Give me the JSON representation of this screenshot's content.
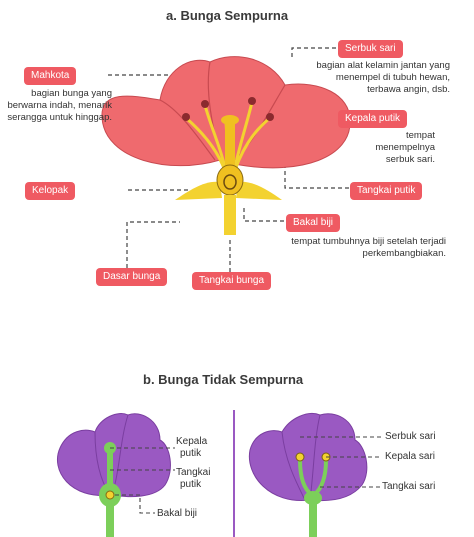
{
  "section_a": {
    "title": "a. Bunga Sempurna",
    "labels": {
      "mahkota": "Mahkota",
      "mahkota_desc": "bagian bunga yang berwarna indah, menarik serangga untuk hinggap.",
      "serbuk_sari": "Serbuk sari",
      "serbuk_sari_desc": "bagian alat kelamin jantan yang menempel di tubuh hewan, terbawa angin, dsb.",
      "kepala_putik": "Kepala putik",
      "kepala_putik_desc": "tempat menempelnya serbuk sari.",
      "kelopak": "Kelopak",
      "tangkai_putik": "Tangkai putik",
      "bakal_biji": "Bakal biji",
      "bakal_biji_desc": "tempat tumbuhnya biji setelah terjadi perkembangbiakan.",
      "dasar_bunga": "Dasar bunga",
      "tangkai_bunga": "Tangkai bunga"
    },
    "colors": {
      "petal": "#ef6a6e",
      "badge": "#ef5a62",
      "stamen": "#f3d230",
      "pistil": "#f0c020"
    }
  },
  "section_b": {
    "title": "b. Bunga Tidak Sempurna",
    "left_labels": {
      "kepala_putik_1": "Kepala",
      "kepala_putik_2": "putik",
      "tangkai_putik_1": "Tangkai",
      "tangkai_putik_2": "putik",
      "bakal_biji": "Bakal biji"
    },
    "right_labels": {
      "serbuk_sari": "Serbuk sari",
      "kepala_sari": "Kepala sari",
      "tangkai_sari": "Tangkai sari"
    },
    "colors": {
      "petal": "#9a59c2",
      "stem": "#7ccf5a",
      "divider": "#9a59c2"
    }
  }
}
